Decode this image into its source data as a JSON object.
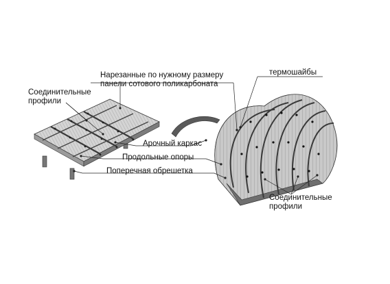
{
  "labels": {
    "connecting_profiles_left_line1": "Соединительные",
    "connecting_profiles_left_line2": "профили",
    "cut_panels_line1": "Нарезанные по нужному размеру",
    "cut_panels_line2": "панели сотового поликарбоната",
    "thermo_washers": "термошайбы",
    "arch_frame": "Арочный каркас",
    "longitudinal_supports": "Продольные опоры",
    "transverse_battens": "Поперечная обрешетка",
    "connecting_profiles_right_line1": "Соединительные",
    "connecting_profiles_right_line2": "профили"
  },
  "colors": {
    "panel_light": "#d9d9d9",
    "panel_mid": "#bdbdbd",
    "panel_dark": "#8a8a8a",
    "frame_dark": "#555555",
    "line": "#222222"
  }
}
